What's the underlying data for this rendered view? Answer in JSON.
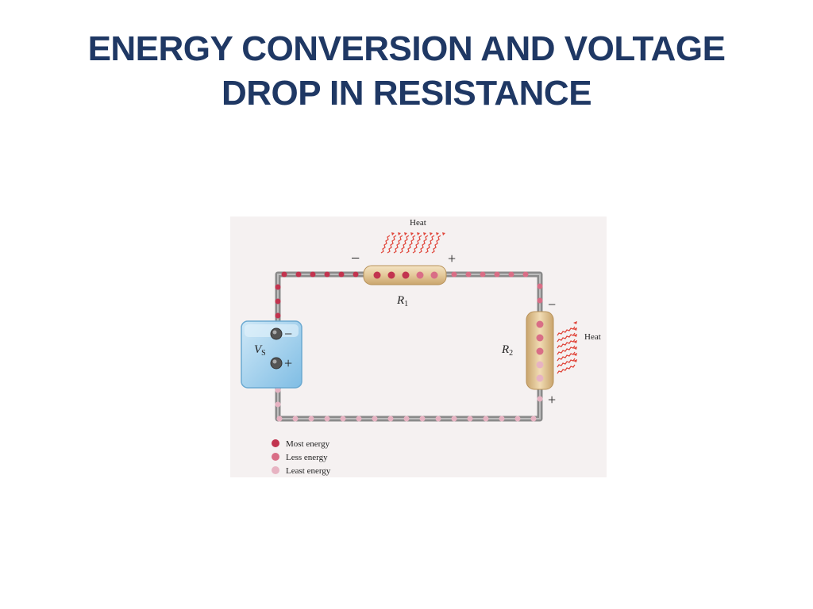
{
  "slide": {
    "title_line1": "ENERGY CONVERSION AND VOLTAGE",
    "title_line2": "DROP IN RESISTANCE"
  },
  "diagram": {
    "heat_top": "Heat",
    "heat_right": "Heat",
    "r1_label": "R",
    "r1_sub": "1",
    "r2_label": "R",
    "r2_sub": "2",
    "vs_label": "V",
    "vs_sub": "S",
    "r1_minus": "−",
    "r1_plus": "+",
    "r2_minus": "−",
    "r2_plus": "+",
    "vs_minus": "−",
    "vs_plus": "+"
  },
  "legend": {
    "items": [
      {
        "label": "Most energy",
        "color": "#c2344f"
      },
      {
        "label": "Less energy",
        "color": "#d96e86"
      },
      {
        "label": "Least energy",
        "color": "#e7b3c2"
      }
    ]
  },
  "colors": {
    "title": "#1f3864",
    "wire": "#8a8a8a",
    "resistor": "#e4c99a",
    "battery": "#a8d4ee",
    "heat": "#e0453a"
  }
}
